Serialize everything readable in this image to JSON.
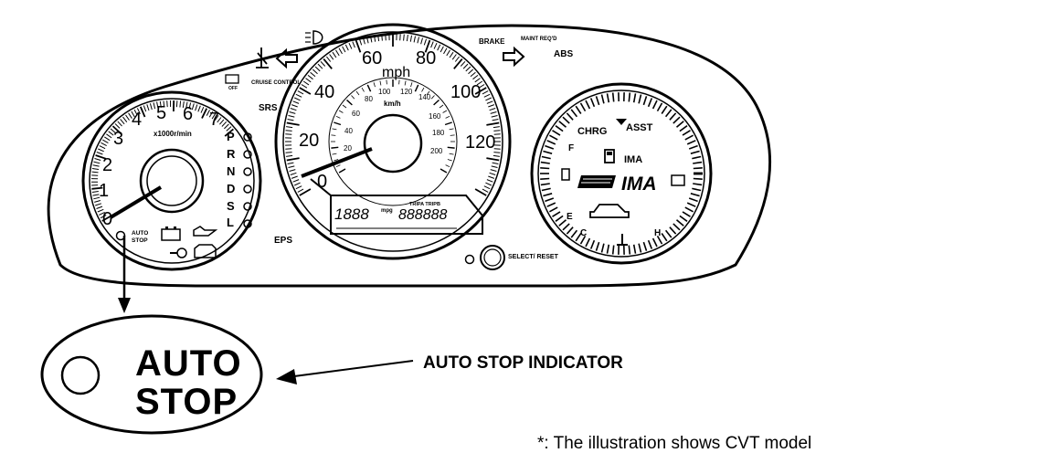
{
  "tachometer": {
    "scale_numbers": [
      "0",
      "1",
      "2",
      "3",
      "4",
      "5",
      "6",
      "7"
    ],
    "unit": "x1000r/min",
    "gears": [
      "P",
      "R",
      "N",
      "D",
      "S",
      "L"
    ],
    "auto_stop_label_1": "AUTO",
    "auto_stop_label_2": "STOP"
  },
  "speedometer": {
    "mph_numbers": [
      "0",
      "20",
      "40",
      "60",
      "80",
      "100",
      "120"
    ],
    "mph_unit": "mph",
    "kmh_numbers": [
      "20",
      "40",
      "60",
      "80",
      "100",
      "120",
      "140",
      "160",
      "180",
      "200"
    ],
    "kmh_unit": "km/h",
    "odometer_display": "1888",
    "odometer_unit": "mpg",
    "trip_label": "TRIPA TRIPB",
    "trip_display": "888888"
  },
  "ima_gauge": {
    "top_labels": [
      "CHRG",
      "ASST"
    ],
    "logo_text": "IMA",
    "ima_label": "IMA",
    "fuel_full": "F",
    "fuel_empty": "E",
    "temp_cold": "C",
    "temp_hot": "H"
  },
  "indicators": {
    "brake": "BRAKE",
    "maint": "MAINT REQ'D",
    "abs": "ABS",
    "srs": "SRS",
    "eps": "EPS",
    "cruise": "CRUISE CONTROL",
    "select_reset": "SELECT/ RESET",
    "off_label": "OFF"
  },
  "callout": {
    "label": "AUTO STOP INDICATOR",
    "zoom_line1": "AUTO",
    "zoom_line2": "STOP"
  },
  "note": "*: The illustration shows CVT model"
}
